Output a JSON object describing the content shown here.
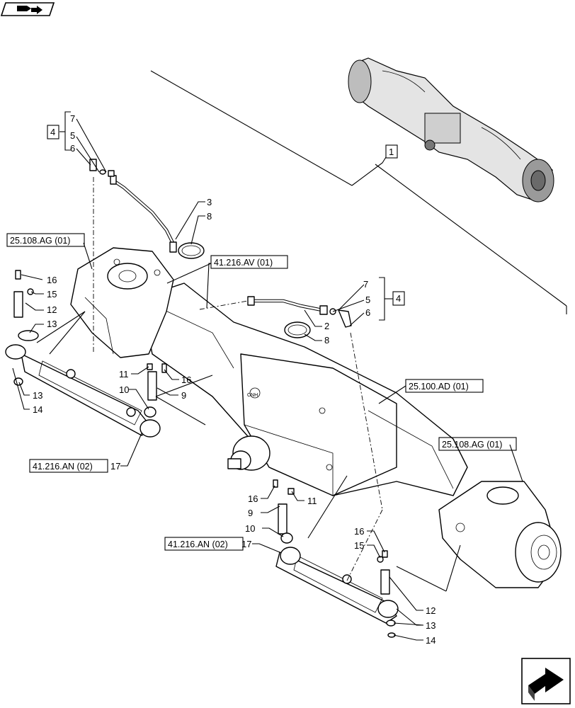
{
  "callouts": {
    "c1": "1",
    "c2": "2",
    "c3": "3",
    "c4a": "4",
    "c4b": "4",
    "c5a": "5",
    "c5b": "5",
    "c6a": "6",
    "c6b": "6",
    "c7a": "7",
    "c7b": "7",
    "c8a": "8",
    "c8b": "8",
    "c9a": "9",
    "c9b": "9",
    "c10a": "10",
    "c10b": "10",
    "c11a": "11",
    "c11b": "11",
    "c12a": "12",
    "c12b": "12",
    "c13a": "13",
    "c13b": "13",
    "c13c": "13",
    "c14a": "14",
    "c14b": "14",
    "c15a": "15",
    "c15b": "15",
    "c16a": "16",
    "c16b": "16",
    "c16c": "16",
    "c17a": "17",
    "c17b": "17"
  },
  "references": {
    "r_25108_left": "25.108.AG (01)",
    "r_41216_av": "41.216.AV (01)",
    "r_25100_ad": "25.100.AD (01)",
    "r_25108_right": "25.108.AG (01)",
    "r_41216_an_left": "41.216.AN (02)",
    "r_41216_an_right": "41.216.AN (02)"
  },
  "icons": {
    "top_left": "book-arrow-icon",
    "bottom_right": "next-page-arrow-icon",
    "top_right": "axle-overview-thumbnail"
  }
}
